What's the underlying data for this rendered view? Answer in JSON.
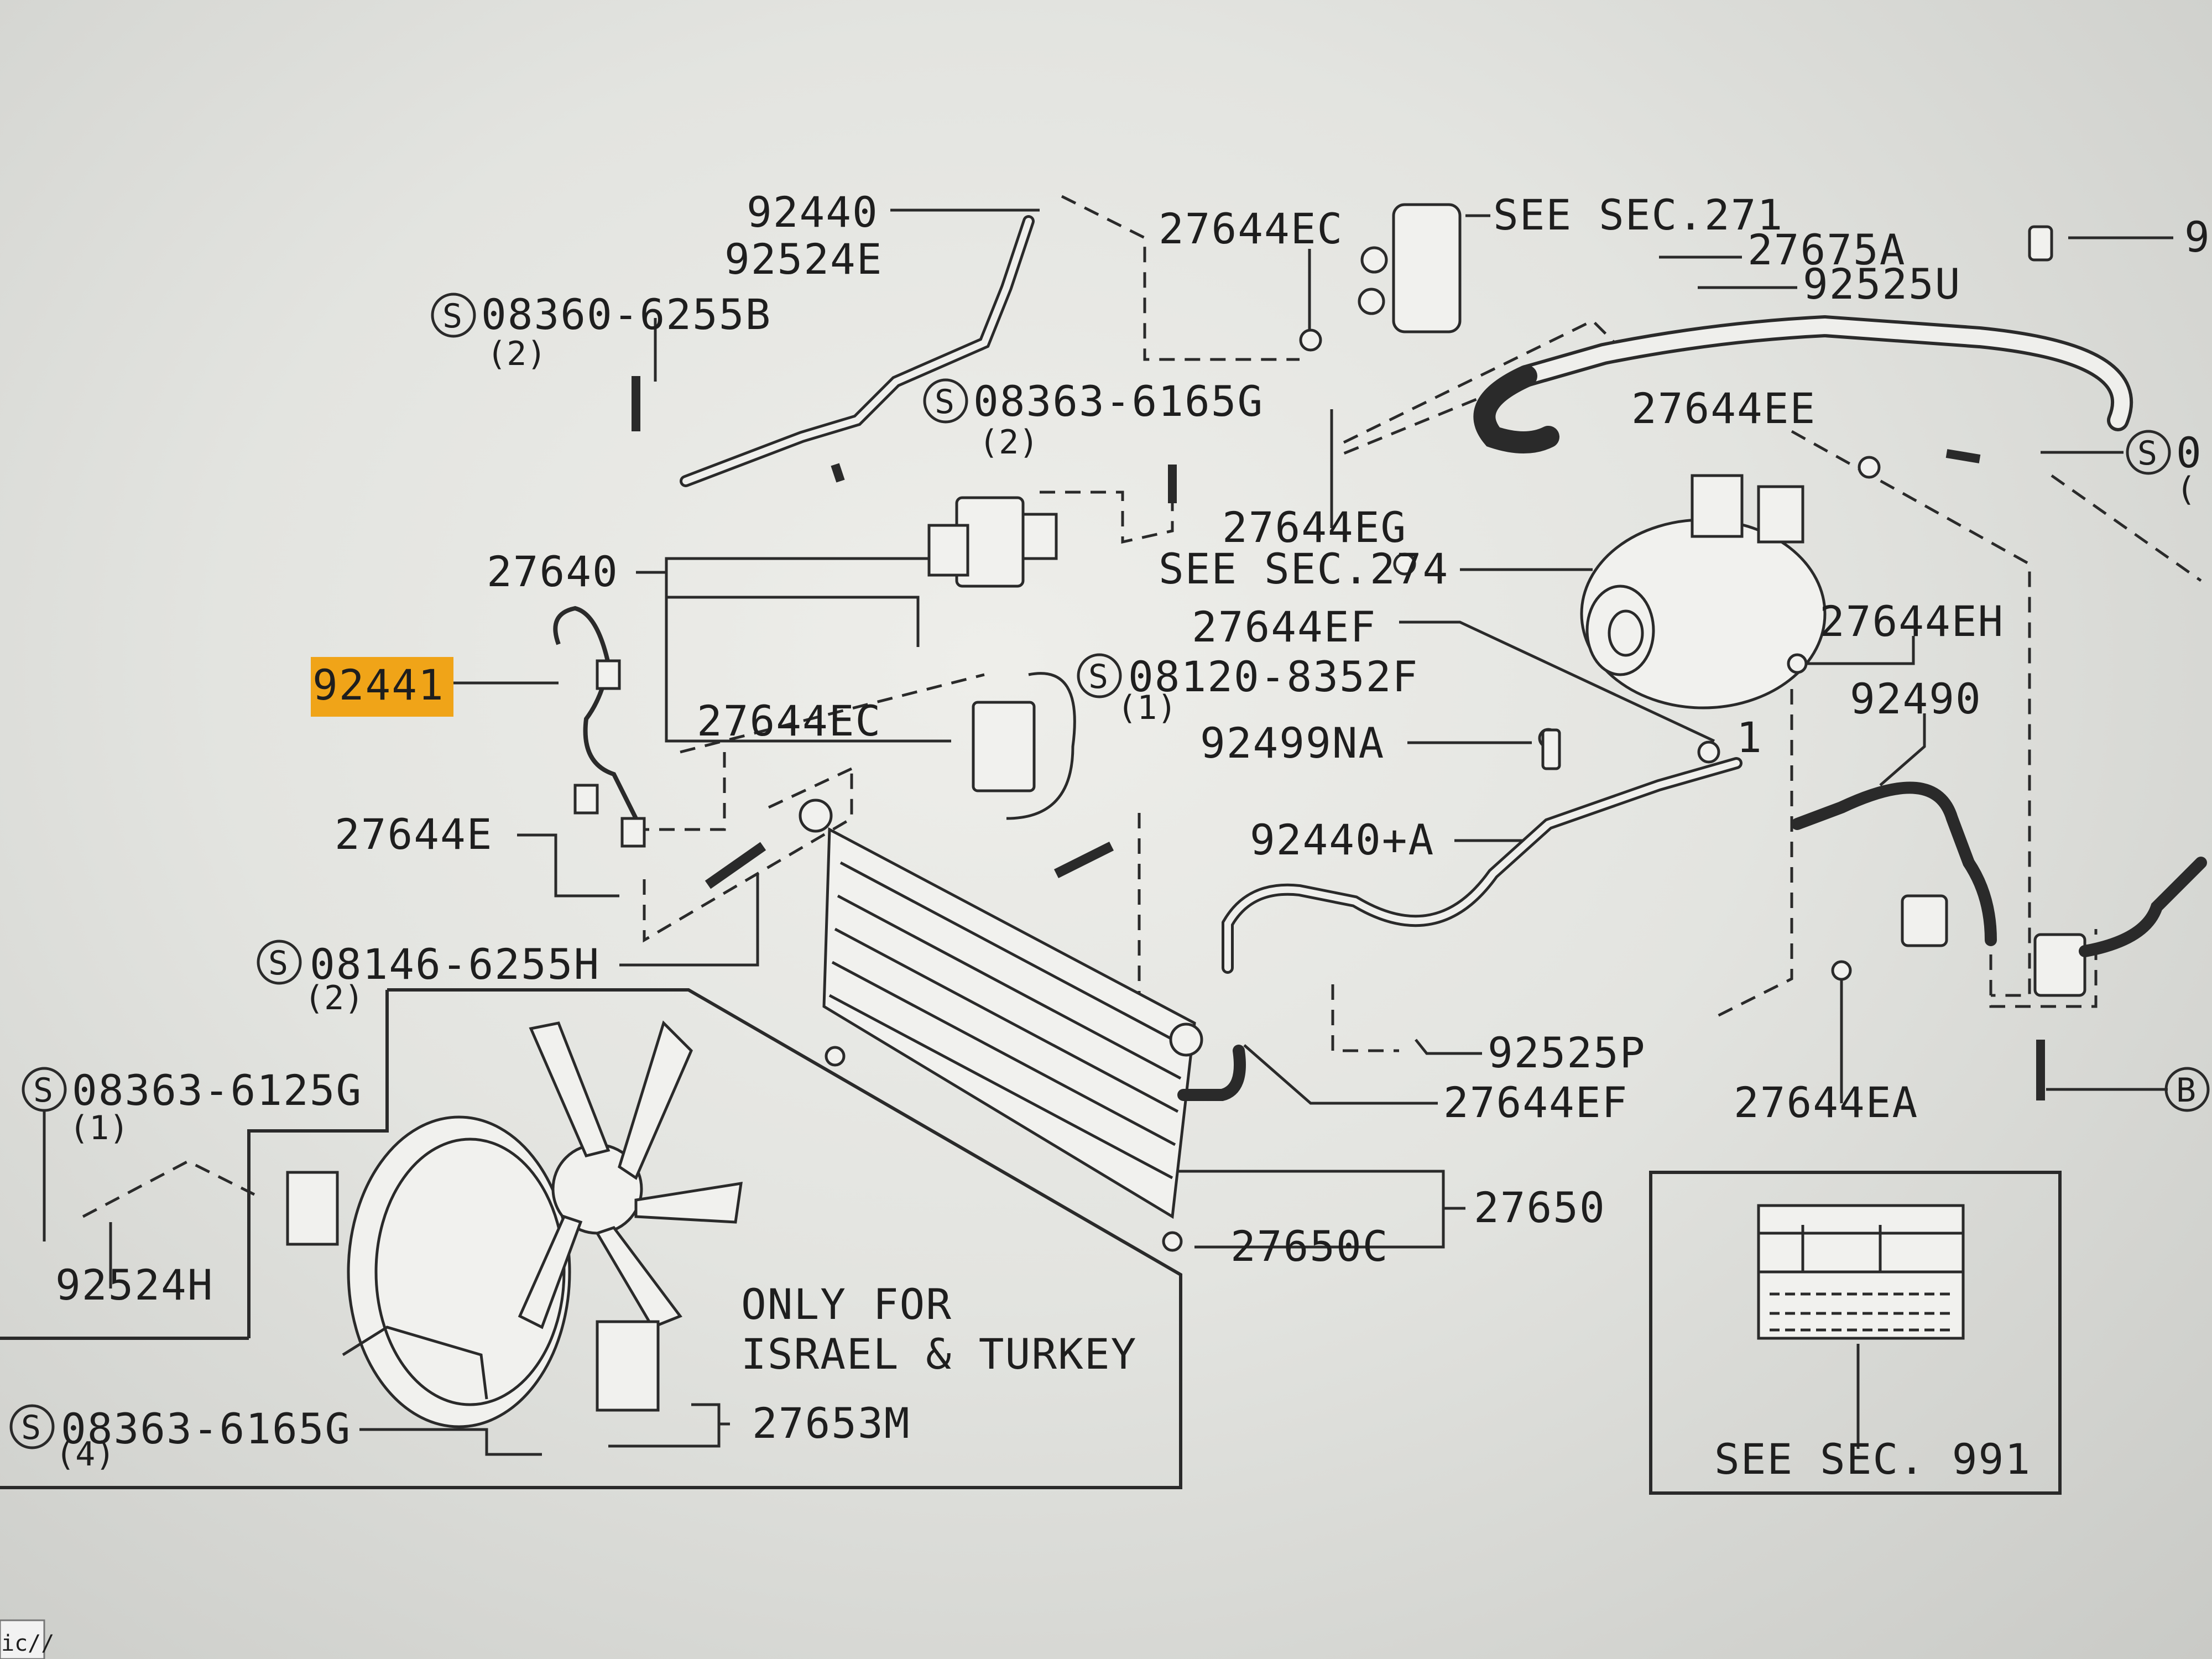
{
  "labels": {
    "p92440": "92440",
    "p92524E": "92524E",
    "p27644EC_top": "27644EC",
    "see271": "SEE SEC.271",
    "p27675A": "27675A",
    "p92525U": "92525U",
    "p92_edge": "9",
    "s08360": "08360-6255B",
    "q2_a": "(2)",
    "s08363_6165G_a": "08363-6165G",
    "q2_b": "(2)",
    "p27644EE": "27644EE",
    "s08_edge": "0",
    "q_edge": "(",
    "p27644EG": "27644EG",
    "see274": "SEE SEC.274",
    "p27640": "27640",
    "p27644EF_a": "27644EF",
    "p27644EH": "27644EH",
    "p92441": "92441",
    "s08120": "08120-8352F",
    "q1_a": "(1)",
    "p27644EC_mid": "27644EC",
    "p92490": "92490",
    "p92499NA": "92499NA",
    "one": "1",
    "p27644E": "27644E",
    "p92440A": "92440+A",
    "s08146": "08146-6255H",
    "q2_c": "(2)",
    "p92525P": "92525P",
    "s08363_6125G": "08363-6125G",
    "q1_b": "(1)",
    "p27644EF_b": "27644EF",
    "p27644EA": "27644EA",
    "b_circle": "B",
    "p92524H": "92524H",
    "p27650": "27650",
    "p27650C": "27650C",
    "only1": "ONLY FOR",
    "only2": "ISRAEL & TURKEY",
    "s08363_6165G_b": "08363-6165G",
    "q4": "(4)",
    "p27653M": "27653M",
    "see991": "SEE SEC. 991",
    "corner": "ic//",
    "s_mark": "S"
  },
  "colors": {
    "highlight": "#f0a418",
    "ink": "#1e1e1e",
    "paper": "#ececE8"
  }
}
